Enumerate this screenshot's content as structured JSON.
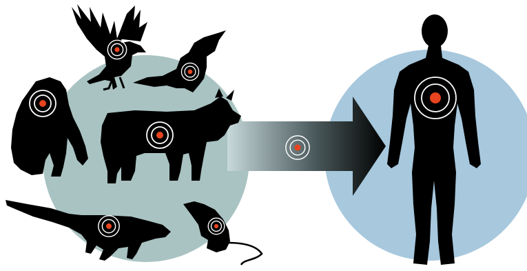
{
  "diagram": {
    "type": "zoonotic-transmission-illustration",
    "flow": "animals-to-human",
    "source_group": {
      "animals": [
        "bird",
        "bat",
        "ape",
        "cow",
        "civet",
        "rat"
      ]
    },
    "target": "human"
  },
  "colors": {
    "background": "#ffffff",
    "animal_circle": "#a9c3c2",
    "human_circle": "#a7c8dd",
    "silhouette": "#000000",
    "target_dot": "#e8441f",
    "target_ring": "#ffffff",
    "arrow_start": "#c7d9da",
    "arrow_end": "#000000"
  },
  "icons": {
    "pathogen_marker": "target-marker-icon",
    "transmission_arrow": "arrow-right-icon"
  }
}
